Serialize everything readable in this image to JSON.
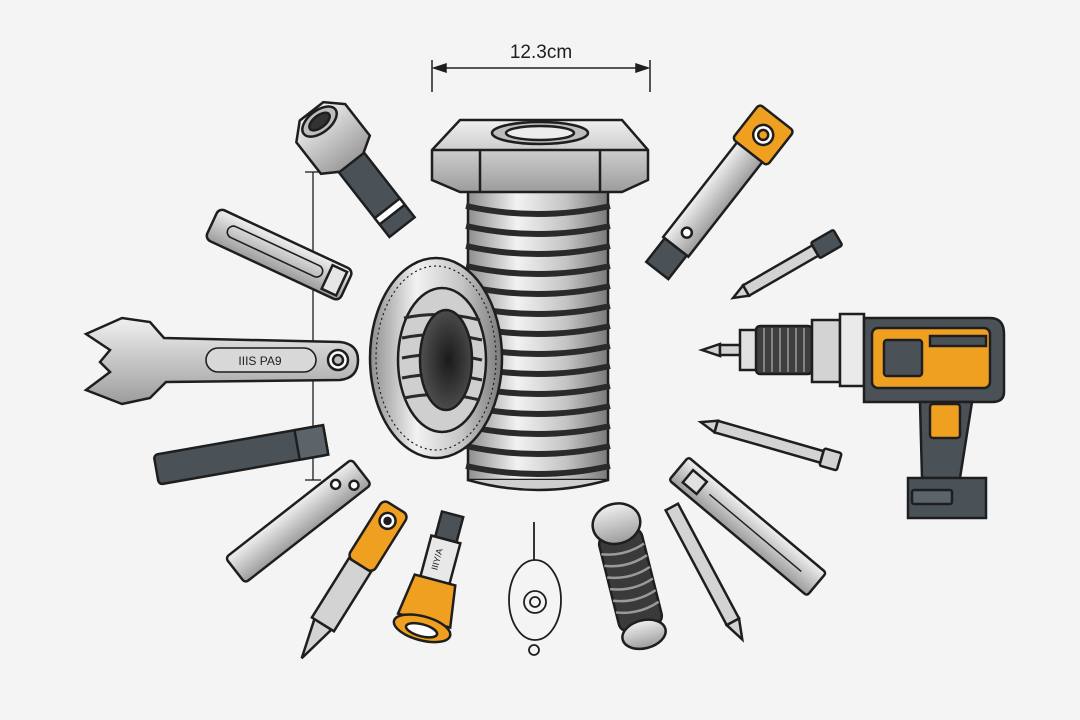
{
  "dimension_label": "12.3cm",
  "wrench_label": "IIIS PA9",
  "small_tool_label": "IIIY/A",
  "colors": {
    "background": "#f4f4f4",
    "outline": "#1e1e1e",
    "steel": "#d3d3d3",
    "steel_dark": "#9a9a9a",
    "accent": "#f0a020",
    "charcoal": "#4a5258"
  },
  "icons": [
    "hex-bolt-icon",
    "washer-icon",
    "hex-socket-icon",
    "chisel-icon",
    "wrench-icon",
    "drill-icon",
    "punch-icon",
    "screwdriver-icon",
    "awl-icon",
    "spring-icon",
    "pliers-icon",
    "key-tag-icon"
  ]
}
